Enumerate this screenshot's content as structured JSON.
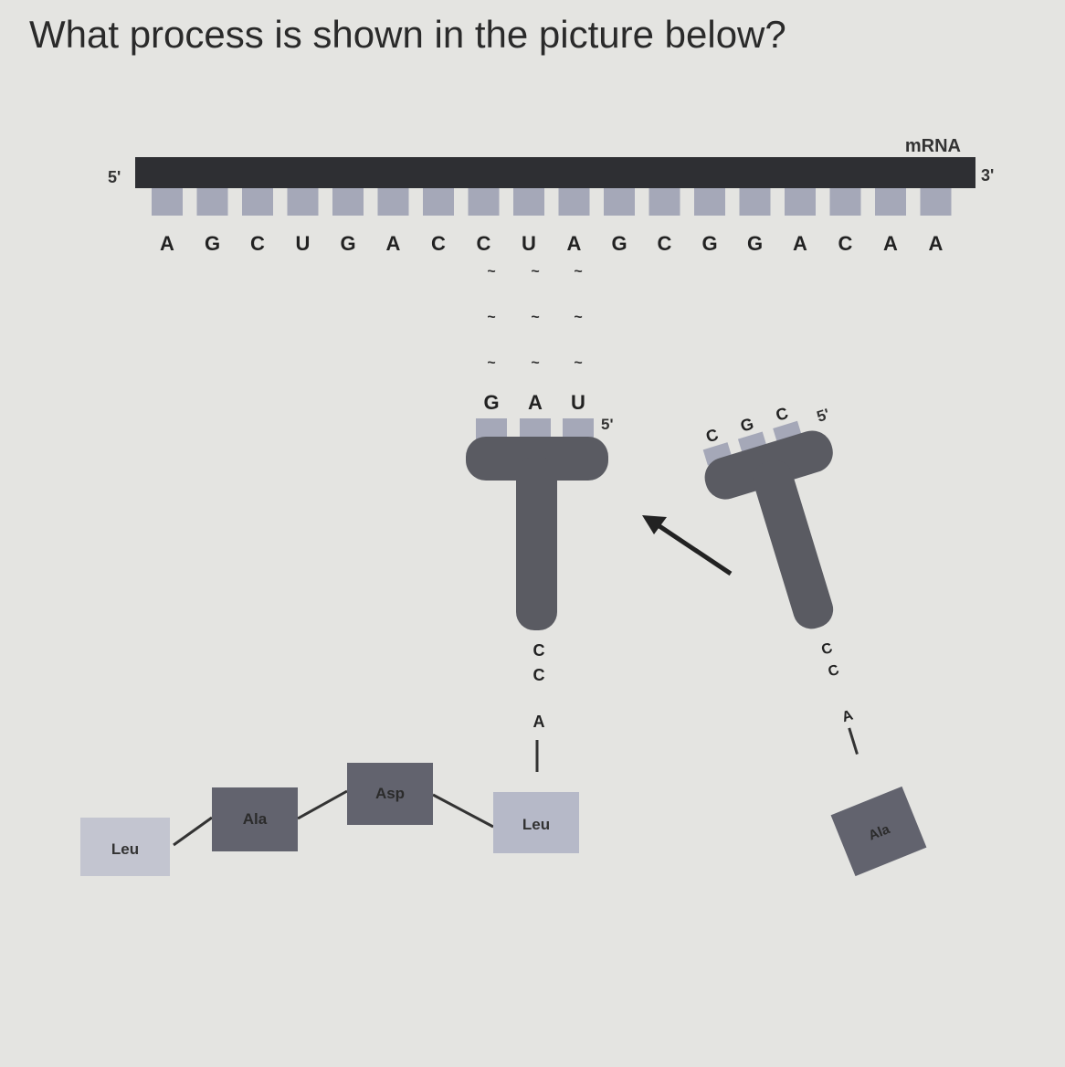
{
  "question": "What process is shown in the picture below?",
  "mrna": {
    "label": "mRNA",
    "five_prime": "5'",
    "three_prime": "3'",
    "bases": [
      "A",
      "G",
      "C",
      "U",
      "G",
      "A",
      "C",
      "C",
      "U",
      "A",
      "G",
      "C",
      "G",
      "G",
      "A",
      "C",
      "A",
      "A"
    ]
  },
  "trna_bound": {
    "anticodon": [
      "G",
      "A",
      "U"
    ],
    "five_prime": "5'",
    "tail": [
      "C",
      "C",
      "A"
    ],
    "amino_acid": "Leu"
  },
  "trna_incoming": {
    "anticodon": [
      "C",
      "G",
      "C"
    ],
    "five_prime": "5'",
    "tail": [
      "C",
      "C",
      "A"
    ],
    "amino_acid": "Ala"
  },
  "peptide_chain": [
    "Leu",
    "Ala",
    "Asp"
  ],
  "colors": {
    "background": "#e4e4e1",
    "strand": "#2e2f33",
    "tooth": "#a5a8b8",
    "dark_box": "#62636e",
    "light_box": "#bfc1cc"
  }
}
